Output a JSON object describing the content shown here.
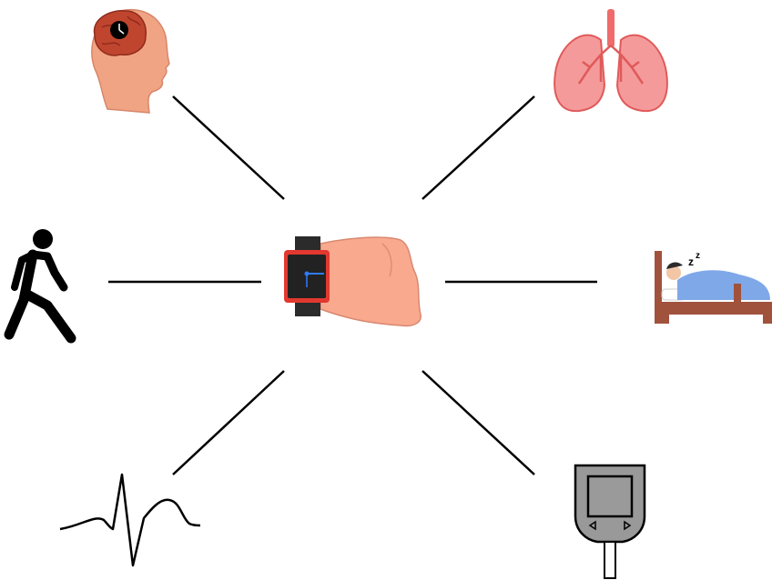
{
  "diagram": {
    "center": {
      "icon": "smartwatch-on-wrist-icon"
    },
    "satellites": [
      {
        "id": "brain",
        "icon": "brain-with-clock-icon"
      },
      {
        "id": "lungs",
        "icon": "lungs-icon"
      },
      {
        "id": "walking",
        "icon": "walking-person-icon"
      },
      {
        "id": "sleep",
        "icon": "sleeping-person-in-bed-icon"
      },
      {
        "id": "ecg",
        "icon": "ecg-waveform-icon"
      },
      {
        "id": "glucose",
        "icon": "glucose-meter-icon"
      }
    ],
    "colors": {
      "line": "#000000",
      "skin": "#f8a98e",
      "skin_dark": "#e9967a",
      "brain": "#c0392b",
      "lungs": "#f07f7f",
      "lungs_outline": "#e05a5a",
      "watch_strap": "#2b2b2b",
      "watch_bezel": "#e2382f",
      "watch_hand": "#2f7bff",
      "bed": "#a0523d",
      "blanket": "#7fa8e8",
      "meter": "#999999"
    }
  }
}
